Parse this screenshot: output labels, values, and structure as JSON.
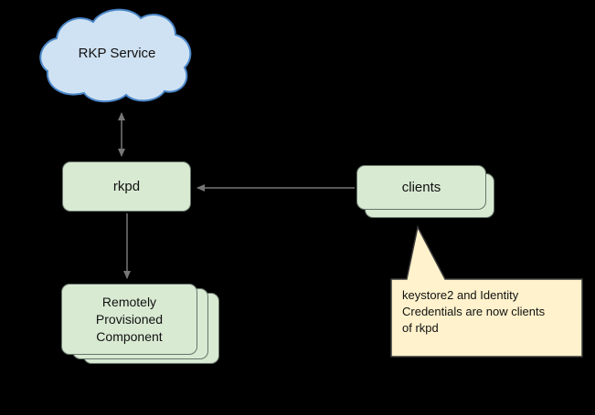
{
  "nodes": {
    "cloud": {
      "label": "RKP Service"
    },
    "rkpd": {
      "label": "rkpd"
    },
    "clients": {
      "label": "clients"
    },
    "component": {
      "label": "Remotely Provisioned Component"
    },
    "callout": {
      "text": "keystore2 and Identity Credentials are now clients of rkpd"
    }
  },
  "edges": [
    {
      "from": "rkpd",
      "to": "cloud",
      "direction": "bidirectional"
    },
    {
      "from": "clients",
      "to": "rkpd",
      "direction": "one-way"
    },
    {
      "from": "rkpd",
      "to": "component",
      "direction": "one-way"
    }
  ],
  "colors": {
    "background": "#000000",
    "cloud_fill": "#cfe2f3",
    "cloud_stroke": "#4a86c8",
    "box_fill": "#d9ead3",
    "box_stroke": "#66756a",
    "callout_fill": "#fff2cc",
    "callout_stroke": "#3a3a3a",
    "arrow": "#777777",
    "text": "#111111"
  }
}
